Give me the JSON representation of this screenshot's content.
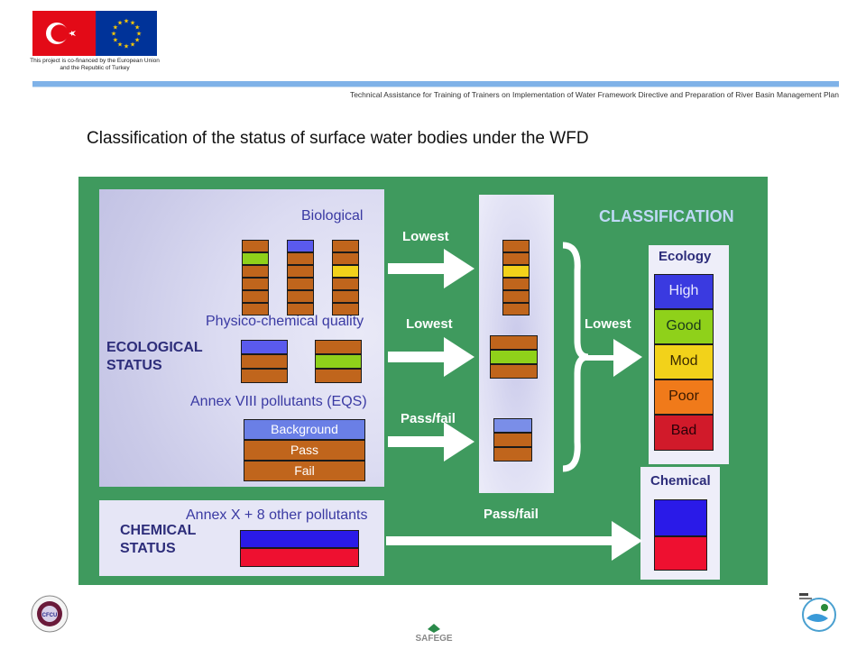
{
  "header": {
    "cofinance_text": "This project is co-financed by the European Union and the Republic of Turkey",
    "project_title": "Technical Assistance for Training of Trainers on Implementation of Water Framework Directive and Preparation of River Basin Management Plan"
  },
  "slide": {
    "title": "Classification of the status of surface water bodies under the WFD"
  },
  "diagram": {
    "biological": "Biological",
    "physico_chemical": "Physico-chemical quality",
    "annex_viii": "Annex VIII pollutants (EQS)",
    "ecological_status": "ECOLOGICAL STATUS",
    "chemical_status": "CHEMICAL STATUS",
    "annex_x": "Annex X + 8 other pollutants",
    "classification": "CLASSIFICATION",
    "arrow_labels": [
      "Lowest",
      "Lowest",
      "Pass/fail",
      "Lowest",
      "Pass/fail"
    ],
    "eqs_bars": [
      "Background",
      "Pass",
      "Fail"
    ],
    "ecology_title": "Ecology",
    "ecology_classes": [
      "High",
      "Good",
      "Mod",
      "Poor",
      "Bad"
    ],
    "chemical_title": "Chemical"
  },
  "colors": {
    "green_bg": "#3f9a5e",
    "high": "#3a3ae0",
    "good": "#8fd11a",
    "moderate": "#f2d21a",
    "poor": "#f07a1a",
    "bad": "#d11a2a",
    "brown": "#c0651c",
    "blue_cell": "#5a5aee",
    "pass_fail_blue": "#7a8ee8",
    "chem_blue": "#2a1ae8",
    "chem_red": "#ee1030"
  },
  "footer": {
    "left_logo": "CFCU",
    "center_logo": "SAFEGE"
  }
}
